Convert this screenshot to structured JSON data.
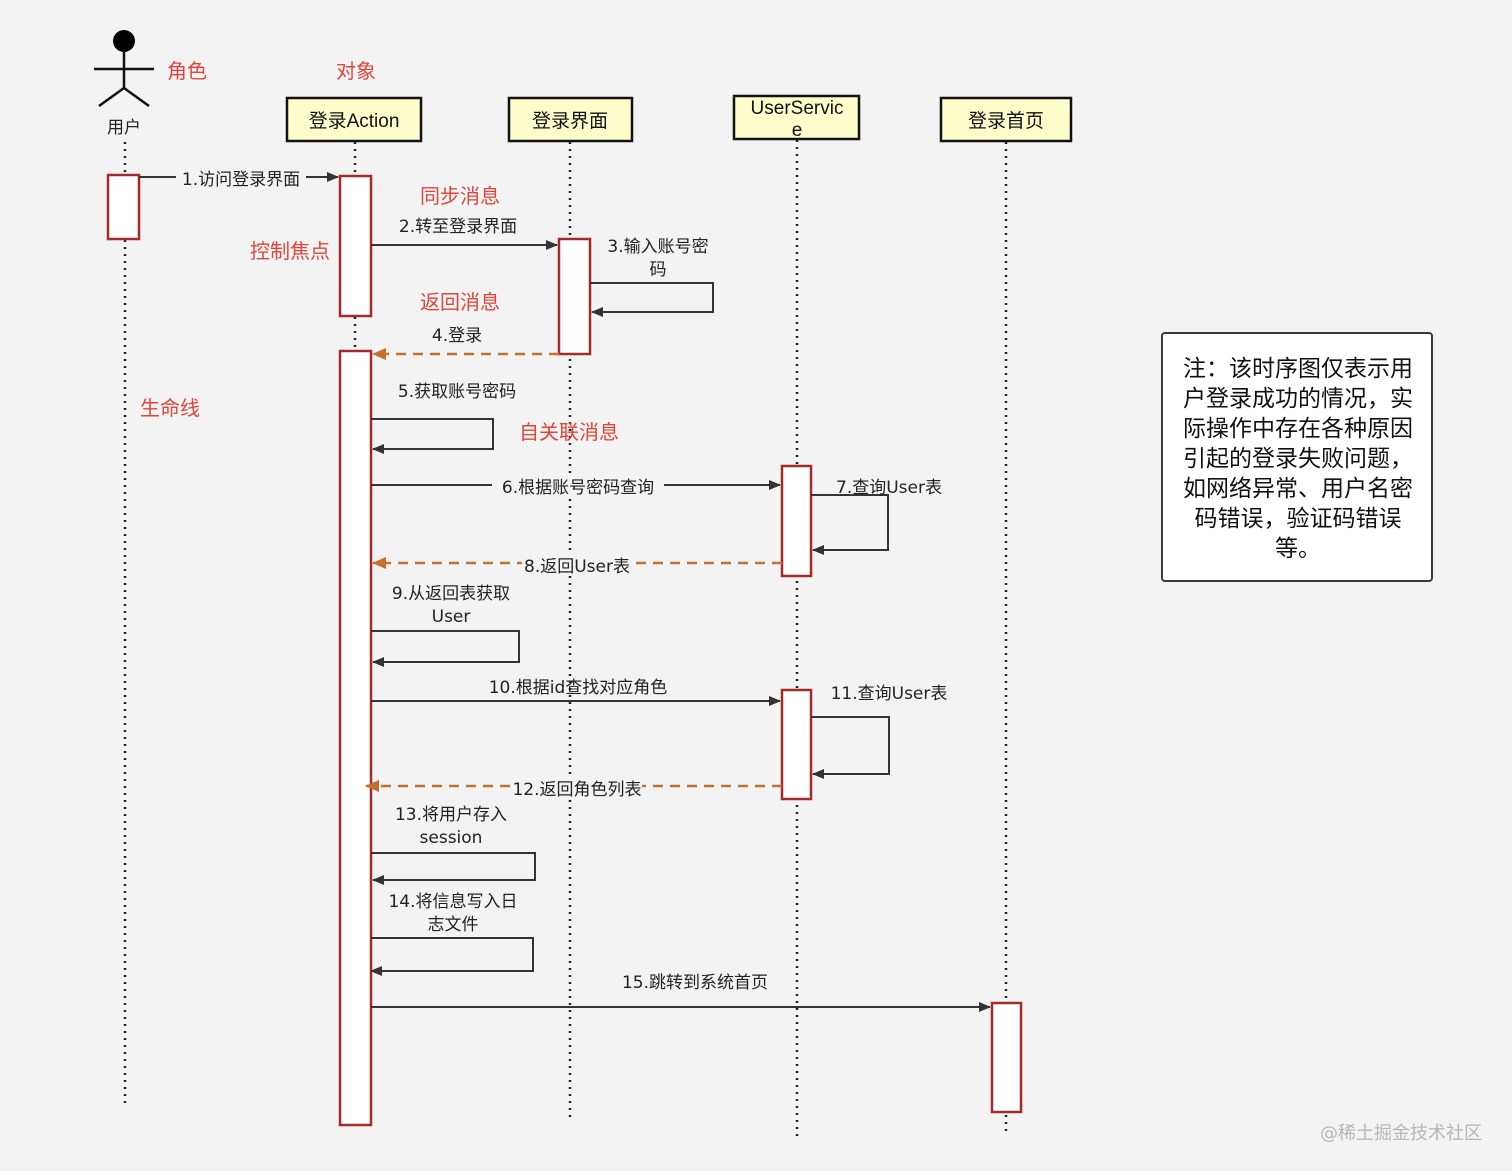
{
  "actor": {
    "name": "用户"
  },
  "objects": [
    {
      "id": "action",
      "name": "登录Action"
    },
    {
      "id": "login_ui",
      "name": "登录界面"
    },
    {
      "id": "user_service",
      "name_line1": "UserServic",
      "name_line2": "e"
    },
    {
      "id": "home",
      "name": "登录首页"
    }
  ],
  "annotations": {
    "role": "角色",
    "object": "对象",
    "sync_message": "同步消息",
    "focus_of_control": "控制焦点",
    "return_message": "返回消息",
    "lifeline": "生命线",
    "self_message": "自关联消息"
  },
  "messages": [
    {
      "n": 1,
      "text": "1.访问登录界面",
      "kind": "sync"
    },
    {
      "n": 2,
      "text": "2.转至登录界面",
      "kind": "sync"
    },
    {
      "n": 3,
      "text_line1": "3.输入账号密",
      "text_line2": "码",
      "kind": "self"
    },
    {
      "n": 4,
      "text": "4.登录",
      "kind": "return"
    },
    {
      "n": 5,
      "text": "5.获取账号密码",
      "kind": "self"
    },
    {
      "n": 6,
      "text": "6.根据账号密码查询",
      "kind": "sync"
    },
    {
      "n": 7,
      "text": "7.查询User表",
      "kind": "self"
    },
    {
      "n": 8,
      "text": "8.返回User表",
      "kind": "return"
    },
    {
      "n": 9,
      "text_line1": "9.从返回表获取",
      "text_line2": "User",
      "kind": "self"
    },
    {
      "n": 10,
      "text": "10.根据id查找对应角色",
      "kind": "sync"
    },
    {
      "n": 11,
      "text": "11.查询User表",
      "kind": "self"
    },
    {
      "n": 12,
      "text": "12.返回角色列表",
      "kind": "return"
    },
    {
      "n": 13,
      "text_line1": "13.将用户存入",
      "text_line2": "session",
      "kind": "self"
    },
    {
      "n": 14,
      "text_line1": "14.将信息写入日",
      "text_line2": "志文件",
      "kind": "self"
    },
    {
      "n": 15,
      "text": "15.跳转到系统首页",
      "kind": "sync"
    }
  ],
  "note": "注：该时序图仅表示用户登录成功的情况，实际操作中存在各种原因引起的登录失败问题，如网络异常、用户名密码错误，验证码错误等。",
  "watermark": "@稀土掘金技术社区",
  "colors": {
    "object_fill": "#fefecd",
    "activation_border": "#a52a2a",
    "return_arrow": "#c2712e",
    "annotation": "#e0453a",
    "line": "#333333"
  }
}
